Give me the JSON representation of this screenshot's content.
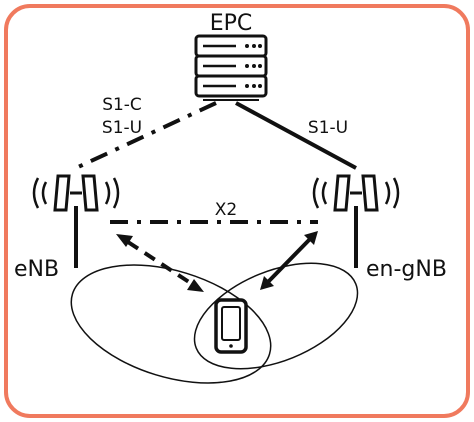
{
  "labels": {
    "epc": "EPC",
    "s1c": "S1-C",
    "s1u_left": "S1-U",
    "s1u_right": "S1-U",
    "x2": "X2",
    "enb": "eNB",
    "en_gnb": "en-gNB"
  },
  "colors": {
    "frame": "#f07a5e",
    "ink": "#111111",
    "background": "#ffffff"
  },
  "icons": {
    "core": "server-rack-icon",
    "enb": "antenna-tower-icon",
    "en_gnb": "antenna-tower-icon",
    "ue": "smartphone-icon"
  }
}
